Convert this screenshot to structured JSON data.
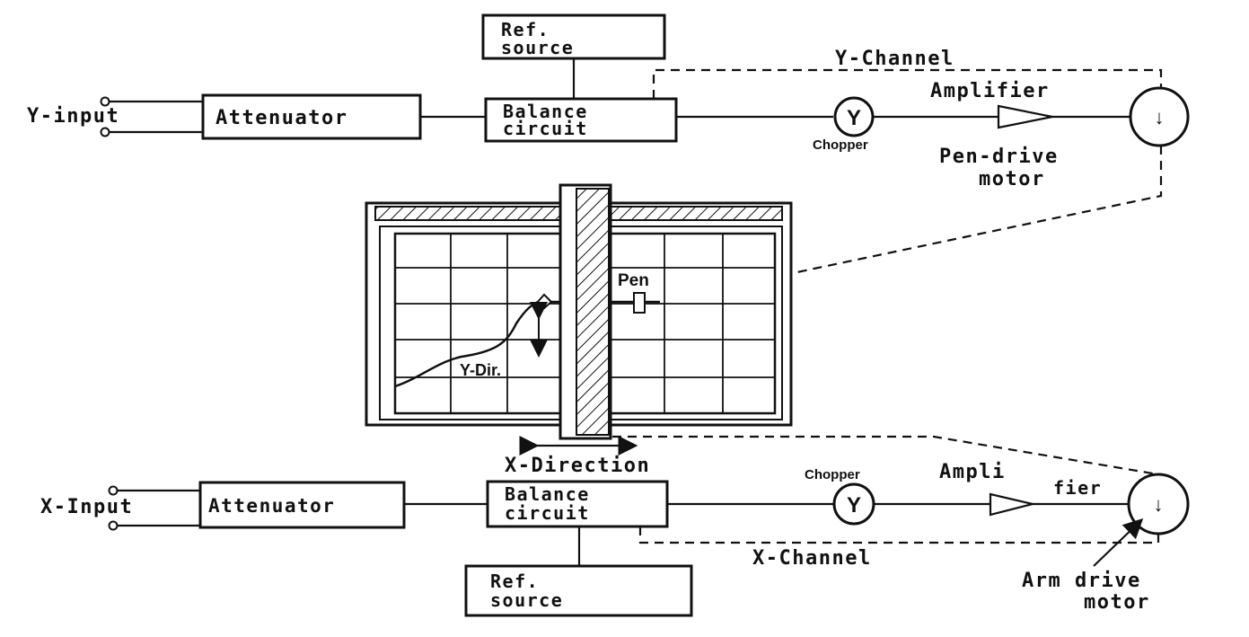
{
  "y_channel": {
    "ref_source": [
      "Ref.",
      "source"
    ],
    "input_label": "Y-input",
    "attenuator": "Attenuator",
    "balance": [
      "Balance",
      "circuit"
    ],
    "channel_label": "Y-Channel",
    "amplifier": "Amplifier",
    "chopper": "Chopper",
    "motor": [
      "Pen-drive",
      "motor"
    ]
  },
  "recorder": {
    "pen_label": "Pen",
    "y_dir_label": "Y-Dir.",
    "x_direction_label": "X-Direction"
  },
  "x_channel": {
    "input_label": "X-Input",
    "attenuator": "Attenuator",
    "balance": [
      "Balance",
      "circuit"
    ],
    "chopper": "Chopper",
    "amplifier": [
      "Ampli",
      "fier"
    ],
    "channel_label": "X-Channel",
    "ref_source": [
      "Ref.",
      "source"
    ],
    "motor": [
      "Arm drive",
      "motor"
    ]
  },
  "symbols": {
    "chopper_glyph": "Y",
    "motor_glyph": "↓"
  }
}
